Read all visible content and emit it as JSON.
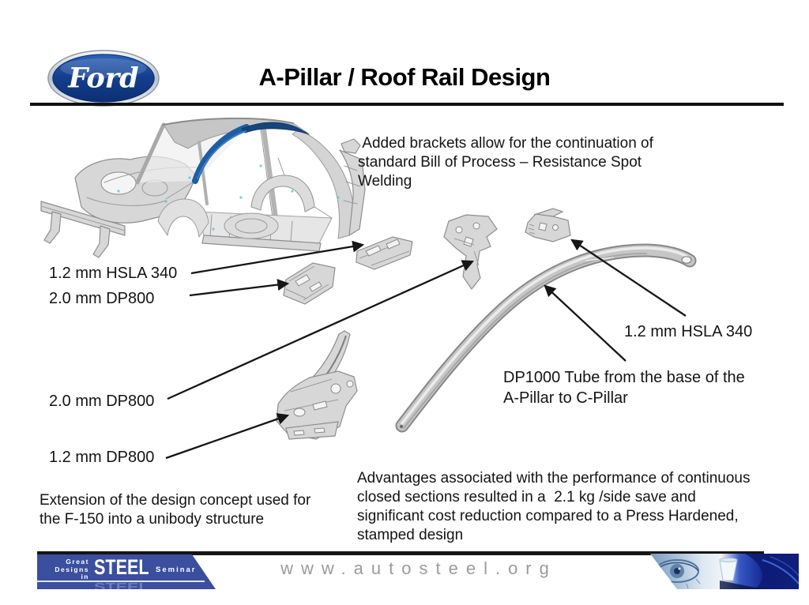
{
  "colors": {
    "roof_rail_blue": "#1c5da6",
    "banner_blue": "#3b4f9e",
    "url_gray": "#9b9b9b"
  },
  "header": {
    "logo_icon": "ford-logo",
    "logo_text": "Ford",
    "title": "A-Pillar / Roof Rail Design"
  },
  "notes": {
    "added_brackets": " Added brackets allow for the continuation of\nstandard Bill of Process – Resistance Spot\nWelding",
    "extension": "Extension of the design concept used for\nthe F-150 into a unibody structure",
    "advantages": "Advantages associated with the performance of continuous\nclosed sections resulted in a  2.1 kg /side save and\nsignificant cost reduction compared to a Press Hardened,\nstamped design"
  },
  "callouts": {
    "hsla_left": "1.2 mm HSLA 340",
    "dp800_upper": "2.0 mm DP800",
    "dp800_mid": "2.0 mm DP800",
    "dp800_lower": "1.2 mm DP800",
    "hsla_right": "1.2 mm HSLA 340",
    "dp1000": "DP1000 Tube from the base of the\nA-Pillar to C-Pillar"
  },
  "illustrations": {
    "car": "body-in-white-with-highlighted-a-pillar-roof-rail",
    "parts": [
      "bracket-plate-left",
      "bracket-plate-upper",
      "bracket-tee",
      "bracket-plate-right",
      "a-pillar-lower-assembly",
      "dp1000-roof-rail-tube"
    ],
    "footer_right": "blue-eye-collage"
  },
  "footer": {
    "banner": {
      "word1": "Great",
      "word2": "Designs",
      "word3": "in",
      "steel": "STEEL",
      "seminar": "Seminar"
    },
    "url": "www.autosteel.org"
  }
}
